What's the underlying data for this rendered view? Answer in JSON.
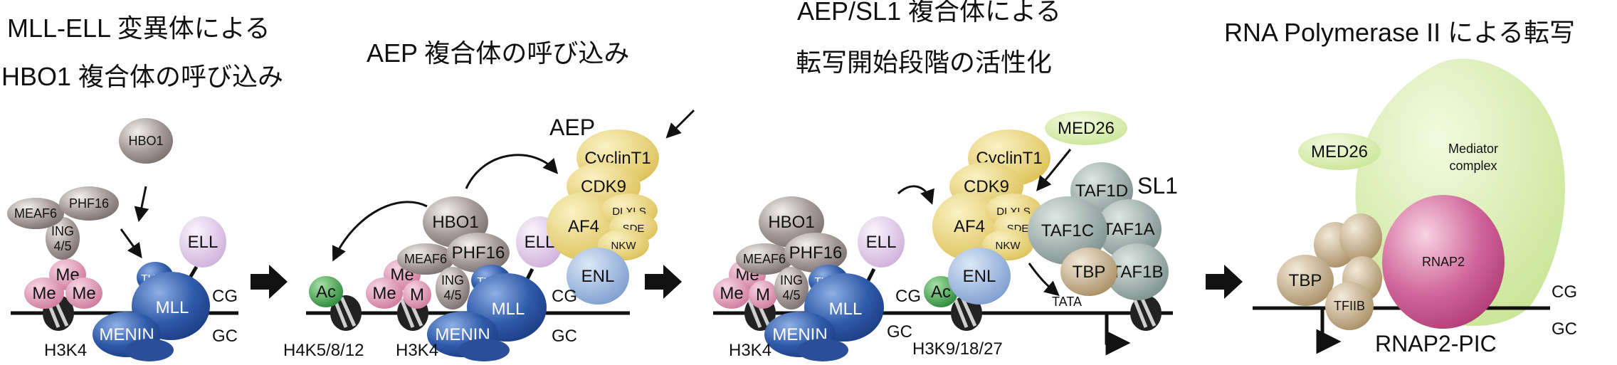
{
  "titles": {
    "stage1_line1": "MLL-ELL 変異体による",
    "stage1_line2": "HBO1 複合体の呼び込み",
    "stage2": "AEP 複合体の呼び込み",
    "stage3_line1": "AEP/SL1 複合体による",
    "stage3_line2": "転写開始段階の活性化",
    "stage4": "RNA Polymerase II による転写"
  },
  "stage1": {
    "hbo1": "HBO1",
    "meaf6": "MEAF6",
    "phf16": "PHF16",
    "ing_line1": "ING",
    "ing_line2": "4/5",
    "me_top": "Me",
    "me_left": "Me",
    "me_right": "Me",
    "ell": "ELL",
    "thd2": "THD2",
    "mll": "MLL",
    "menin": "MENIN",
    "cg": "CG",
    "gc": "GC",
    "h3k4": "H3K4"
  },
  "stage2": {
    "aep": "AEP",
    "cyclint1": "CyclinT1",
    "cdk9": "CDK9",
    "af4": "AF4",
    "dlxls": "DLXLS",
    "sde": "SDE",
    "nkw": "NKW",
    "enl": "ENL",
    "ell": "ELL",
    "hbo1": "HBO1",
    "meaf6": "MEAF6",
    "phf16": "PHF16",
    "ing_line1": "ING",
    "ing_line2": "4/5",
    "me_top": "Me",
    "me_left": "Me",
    "me_mid": "M",
    "thd2": "THD2",
    "mll": "MLL",
    "menin": "MENIN",
    "ac": "Ac",
    "cg": "CG",
    "gc": "GC",
    "h4k": "H4K5/8/12",
    "h3k4": "H3K4"
  },
  "stage3": {
    "med26": "MED26",
    "cyclint1": "CyclinT1",
    "cdk9": "CDK9",
    "af4": "AF4",
    "dlxls": "DLXLS",
    "sde": "SDE",
    "nkw": "NKW",
    "enl": "ENL",
    "ell": "ELL",
    "sl1": "SL1",
    "taf1d": "TAF1D",
    "taf1c": "TAF1C",
    "taf1a": "TAF1A",
    "taf1b": "TAF1B",
    "tbp": "TBP",
    "tata": "TATA",
    "hbo1": "HBO1",
    "meaf6": "MEAF6",
    "phf16": "PHF16",
    "ing_line1": "ING",
    "ing_line2": "4/5",
    "me_top": "Me",
    "me_left": "Me",
    "me_mid": "M",
    "thd2": "THD2",
    "mll": "MLL",
    "menin": "MENIN",
    "ac": "Ac",
    "cg": "CG",
    "gc": "GC",
    "h3k4": "H3K4",
    "h3k9": "H3K9/18/27"
  },
  "stage4": {
    "med26": "MED26",
    "mediator_line1": "Mediator",
    "mediator_line2": "complex",
    "rnap2": "RNAP2",
    "tbp": "TBP",
    "tfiib": "TFIIB",
    "cg": "CG",
    "gc": "GC",
    "pic": "RNAP2-PIC"
  },
  "colors": {
    "gray_protein": "#9a8f8e",
    "pink_me": "#d98aa8",
    "lavender_ell": "#ddc6e6",
    "blue_mll": "#2c58a6",
    "yellow_aep": "#e6cf6d",
    "lightblue_enl": "#8fb0db",
    "green_ac": "#3c9a45",
    "green_med": "#cfe8a0",
    "sl1_gray": "#8a9c98",
    "tan_tbp": "#b8a079",
    "magenta_rnap2": "#cf5a8e",
    "dna": "#1a1a1a"
  }
}
